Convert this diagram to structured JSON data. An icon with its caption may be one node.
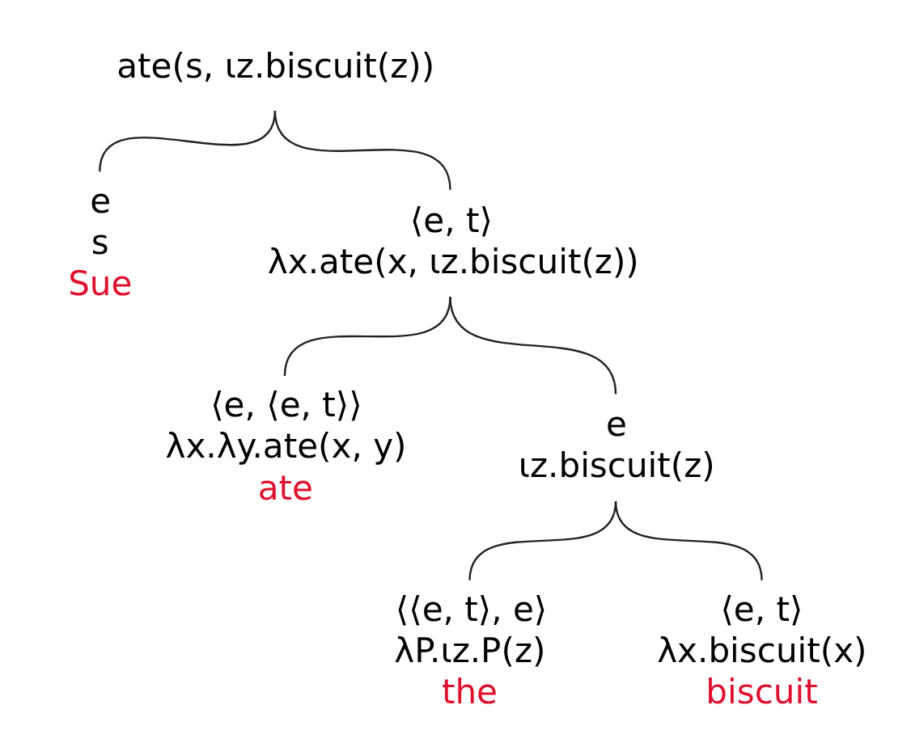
{
  "diagram": {
    "nodes": [
      {
        "text": [
          "ate(s, ιz.biscuit(z))"
        ]
      },
      {
        "text": [
          "e",
          "s"
        ],
        "beside": [
          "Sue"
        ]
      },
      {
        "text": [
          "⟨e, t⟩",
          "λx.ate(x, ιz.biscuit(z))"
        ]
      },
      {
        "text": [
          "⟨e, ⟨e, t⟩⟩",
          "λx.λy.ate(x, y)"
        ],
        "beside": [
          "ate"
        ]
      },
      {
        "text": [
          "e",
          "ιz.biscuit(z)"
        ]
      },
      {
        "text": [
          "⟨⟨e, t⟩, e⟩",
          "λP.ιz.P(z)"
        ],
        "beside": [
          "the"
        ]
      },
      {
        "text": [
          "⟨e, t⟩",
          "λx.biscuit(x)"
        ],
        "beside": [
          "biscuit"
        ]
      }
    ],
    "edges": [
      {
        "from": 0,
        "to": 1,
        "arrow": "none"
      },
      {
        "from": 0,
        "to": 2,
        "arrow": "none"
      },
      {
        "from": 2,
        "to": 3,
        "arrow": "none"
      },
      {
        "from": 2,
        "to": 4,
        "arrow": "none"
      },
      {
        "from": 4,
        "to": 5,
        "arrow": "none"
      },
      {
        "from": 4,
        "to": 6,
        "arrow": "none"
      }
    ]
  }
}
